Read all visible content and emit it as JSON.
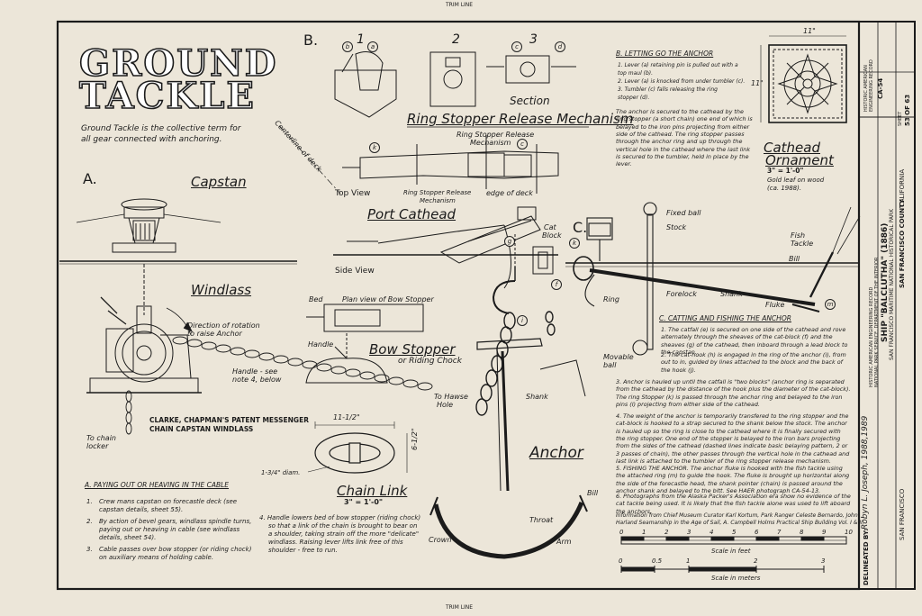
{
  "sheet": {
    "top_trim": "TRIM LINE",
    "bottom_trim": "TRIM LINE",
    "title_line1": "GROUND",
    "title_line2": "TACKLE",
    "intro": [
      "Ground Tackle is the collective term for",
      "all gear connected with anchoring."
    ]
  },
  "section_a": {
    "letter": "A.",
    "capstan": "Capstan",
    "windlass": "Windlass",
    "rotation": [
      "Direction of rotation",
      "to raise Anchor"
    ],
    "handle": "Handle",
    "handle_see": [
      "Handle - see",
      "note 4, below"
    ],
    "chain_locker": [
      "To chain",
      "locker"
    ],
    "windlass_title": [
      "CLARKE, CHAPMAN'S PATENT MESSENGER",
      "CHAIN CAPSTAN WINDLASS"
    ],
    "paying_heading": "A. PAYING OUT OR HEAVING IN THE CABLE",
    "notes": [
      {
        "n": "1.",
        "lines": [
          "Crew mans capstan on forecastle deck (see",
          "capstan details, sheet 55)."
        ]
      },
      {
        "n": "2.",
        "lines": [
          "By action of bevel gears, windlass spindle turns,",
          "paying out or heaving in cable (see windlass",
          "details, sheet 54)."
        ]
      },
      {
        "n": "3.",
        "lines": [
          "Cable passes over bow stopper (or riding chock)",
          "on auxiliary means of holding cable."
        ]
      }
    ],
    "note4": [
      "4. Handle lowers bed of bow stopper (riding chock)",
      "so that a link of the chain is brought to bear on",
      "a shoulder, taking strain off the more \"delicate\"",
      "windlass. Raising lever lifts link free of this",
      "shoulder - free to run."
    ]
  },
  "section_b": {
    "letter": "B.",
    "views": [
      "1",
      "2",
      "3"
    ],
    "section_label": "Section",
    "title": "Ring Stopper Release Mechanism",
    "centerline": "Centerline of deck",
    "mech_label": [
      "Ring Stopper Release",
      "Mechanism"
    ],
    "mech_label2": [
      "Ring Stopper Release",
      "Mechanism"
    ],
    "top_view": "Top View",
    "edge_deck": "edge of deck",
    "port_cathead": "Port Cathead",
    "side_view": "Side View",
    "cat_block": [
      "Cat",
      "Block"
    ],
    "bed": "Bed",
    "plan_view": "Plan view of Bow Stopper",
    "bow_stopper": "Bow Stopper",
    "riding_chock": "or Riding Chock",
    "hawse": [
      "To Hawse",
      "Hole"
    ],
    "letting_heading": "B. LETTING GO THE ANCHOR",
    "letting_steps": [
      "1. Lever (a) retaining pin is pulled out with a",
      "   top maul (b).",
      "2. Lever (a) is knocked from under tumbler (c).",
      "3. Tumbler (c) falls releasing the ring",
      "   stopper (d)."
    ],
    "letting_para": "The anchor is secured to the cathead by the ring stopper (a short chain) one end of which is belayed to the iron pins projecting from either side of the cathead. The ring stopper passes through the anchor ring and up through the vertical hole in the cathead where the last link is secured to the tumbler, held in place by the lever."
  },
  "chain_link": {
    "dim_w": "11-1/2\"",
    "dim_h": "6-1/2\"",
    "dim_d": "1-3/4\" diam.",
    "title": "Chain Link",
    "scale": "3\" = 1'-0\""
  },
  "anchor": {
    "title": "Anchor",
    "shank": "Shank",
    "bill": "Bill",
    "throat": "Throat",
    "crown": "Crown",
    "arm": "Arm"
  },
  "ornament": {
    "dim_w": "11\"",
    "dim_h": "11\"",
    "title": [
      "Cathead",
      "Ornament"
    ],
    "scale": "3\" = 1'-0\"",
    "note": [
      "Gold leaf on wood",
      "(ca. 1988)."
    ]
  },
  "section_c": {
    "letter": "C.",
    "fixed_ball": "Fixed ball",
    "stock": "Stock",
    "fish_tackle": [
      "Fish",
      "Tackle"
    ],
    "bill": "Bill",
    "ring": "Ring",
    "forelock": "Forelock",
    "shank": "Shank",
    "fluke": "Fluke",
    "movable_ball": [
      "Movable",
      "ball"
    ],
    "heading": "C. CATTING AND FISHING THE ANCHOR",
    "paras": [
      "1. The catfall (e) is secured on one side of the cathead and rove alternately through the sheaves of the cat-block (f) and the sheaves (g) of the cathead, then inboard through a lead block to the capstan.",
      "2. The cat-hook (h) is engaged in the ring of the anchor (i), from out to in, guided by lines attached to the block and the back of the hook (j).",
      "3. Anchor is hauled up until the catfall is \"two blocks\" (anchor ring is separated from the cathead by the distance of the hook plus the diameter of the cat-block). The ring Stopper (k) is passed through the anchor ring and belayed to the iron pins (l) projecting from either side of the cathead.",
      "4. The weight of the anchor is temporarily transfered to the ring stopper and the cat-block is hooked to a strap secured to the shank below the stock. The anchor is hauled up so the ring is close to the cathead where it is finally secured with the ring stopper. One end of the stopper is belayed to the iron bars projecting from the sides of the cathead (dashed lines indicate basic belaying pattern, 2 or 3 passes of chain), the other passes through the vertical hole in the cathead and last link is attached to the tumbler of the ring stopper release mechanism.",
      "5. FISHING THE ANCHOR. The anchor fluke is hooked with the fish tackle using the attached ring (m) to guide the hook. The fluke is brought up horizontal along the side of the forecastle head, the shank pointer (chain) is passed around the anchor shank and belayed to the bitt. See HAER photograph CA-54-13.",
      "6. Photographs from the Alaska Packer's Association era show no evidence of the cat tackle being used. It is likely that the fish tackle alone was used to lift aboard the anchors."
    ],
    "info": [
      "Information from Chief Museum Curator Karl Kortum, Park Ranger Celeste Bernardo, John",
      "Harland Seamanship in the Age of Sail, A. Campbell Holms Practical Ship Building Vol. I & II."
    ]
  },
  "scales": {
    "feet_ticks": [
      "0",
      "1",
      "2",
      "3",
      "4",
      "5",
      "6",
      "7",
      "8",
      "9",
      "10"
    ],
    "feet_label": "Scale in feet",
    "meter_ticks": [
      "0",
      "0.5",
      "1",
      "2",
      "3"
    ],
    "meter_label": "Scale in meters"
  },
  "title_block": {
    "delineated": "DELINEATED BY:",
    "delineator": "Robyn L. Joseph, 1988,1989",
    "credits": [
      "HISTORIC AMERICAN ENGINEERING RECORD",
      "NATIONAL PARK SERVICE, DEPARTMENT OF THE INTERIOR"
    ],
    "ship": "SHIP \"BALCLUTHA\" (1886)",
    "location": "SAN FRANCISCO MARITIME NATIONAL HISTORICAL PARK",
    "city": "SAN FRANCISCO",
    "county": "SAN FRANCISCO COUNTY",
    "state": "CALIFORNIA",
    "haer": [
      "HISTORIC AMERICAN",
      "ENGINEERING RECORD",
      "CA-54"
    ],
    "sheet": [
      "SHEET",
      "53 OF 63"
    ]
  },
  "colors": {
    "paper": "#ece6d9",
    "ink": "#1b1b1b"
  }
}
